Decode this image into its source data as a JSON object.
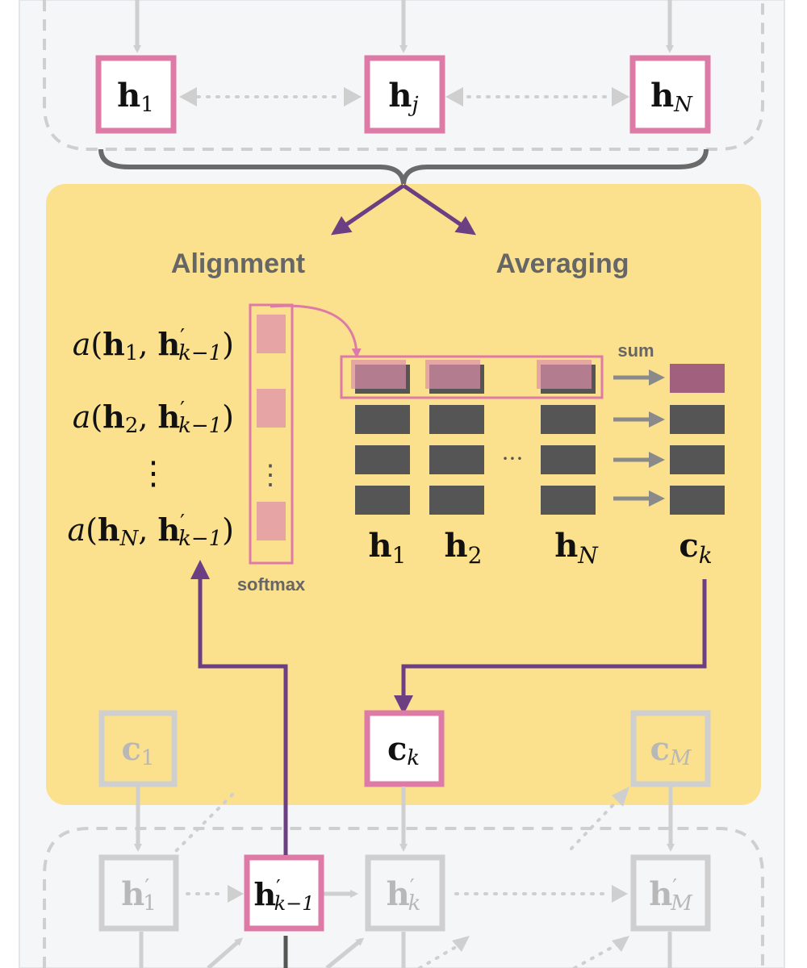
{
  "colors": {
    "panel_bg": "#f5f6f8",
    "yellow": "#fbe08d",
    "pink": "#dd7aa6",
    "purple": "#6c3f83",
    "dark_gray": "#555555",
    "light_gray": "#cfcfcf",
    "cell_pink": "#e6a4a4",
    "highlight": "#a0607e"
  },
  "encoder": {
    "h1": {
      "base": "h",
      "sub": "1"
    },
    "hj": {
      "base": "h",
      "sub": "j"
    },
    "hN": {
      "base": "h",
      "sub": "N"
    }
  },
  "headings": {
    "alignment": "Alignment",
    "averaging": "Averaging"
  },
  "alignment": {
    "rows": [
      {
        "fn": "a",
        "h": "h",
        "hsub": "1",
        "hp": "h",
        "hpsub": "k−1"
      },
      {
        "fn": "a",
        "h": "h",
        "hsub": "2",
        "hp": "h",
        "hpsub": "k−1"
      },
      {
        "fn": "a",
        "h": "h",
        "hsub": "N",
        "hp": "h",
        "hpsub": "k−1"
      }
    ],
    "vdots": "⋮",
    "softmax_label": "softmax"
  },
  "averaging": {
    "sum_label": "sum",
    "hdots": "···",
    "labels": [
      {
        "base": "h",
        "sub": "1"
      },
      {
        "base": "h",
        "sub": "2"
      },
      {
        "base": "h",
        "sub": "N"
      }
    ],
    "output": {
      "base": "c",
      "sub": "k"
    }
  },
  "context": {
    "c1": {
      "base": "c",
      "sub": "1"
    },
    "ck": {
      "base": "c",
      "sub": "k"
    },
    "cM": {
      "base": "c",
      "sub": "M"
    }
  },
  "decoder": {
    "h1p": {
      "base": "h",
      "sub": "1"
    },
    "hkm1p": {
      "base": "h",
      "sub": "k−1"
    },
    "hkp": {
      "base": "h",
      "sub": "k"
    },
    "hMp": {
      "base": "h",
      "sub": "M"
    }
  }
}
